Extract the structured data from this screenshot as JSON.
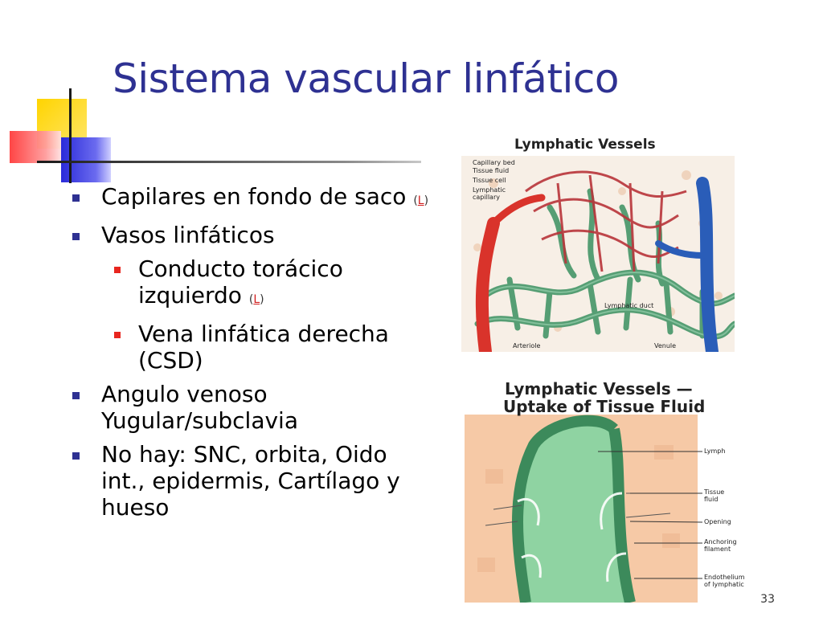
{
  "slide": {
    "title": "Sistema vascular linfático",
    "page_number": "33",
    "bullets": [
      {
        "text": "Capilares en fondo de saco",
        "link_open": "(",
        "link_text": "L",
        "link_close": ")"
      },
      {
        "text": "Vasos linfáticos"
      },
      {
        "text": "Conducto torácico izquierdo",
        "link_open": "(",
        "link_text": "L",
        "link_close": ")"
      },
      {
        "text": "Vena linfática derecha (CSD)"
      },
      {
        "text": "Angulo venoso Yugular/subclavia"
      },
      {
        "text": "No hay: SNC, orbita, Oido int., epidermis, Cartílago y hueso"
      }
    ]
  },
  "figure1": {
    "title": "Lymphatic Vessels",
    "labels": {
      "capillary_bed": "Capillary bed",
      "tissue_fluid": "Tissue fluid",
      "tissue_cell": "Tissue cell",
      "lymphatic_capillary_1": "Lymphatic",
      "lymphatic_capillary_2": "capillary",
      "lymphatic_duct": "Lymphatic duct",
      "arteriole": "Arteriole",
      "venule": "Venule"
    }
  },
  "figure2": {
    "title_line1": "Lymphatic Vessels —",
    "title_line2": "Uptake of Tissue Fluid",
    "labels": {
      "lymph": "Lymph",
      "tissue_fluid_1": "Tissue",
      "tissue_fluid_2": "fluid",
      "opening": "Opening",
      "anchoring_1": "Anchoring",
      "anchoring_2": "filament",
      "endothelium_1": "Endothelium",
      "endothelium_2": "of lymphatic"
    }
  },
  "colors": {
    "title": "#2e3192",
    "bullet_level1": "#2e3192",
    "bullet_level2": "#e8261f",
    "link": "#d01c1c",
    "artery": "#d9332b",
    "vein": "#2a5db8",
    "lymph_vessel": "#4e9a6e",
    "tissue": "#f6c9a6"
  }
}
